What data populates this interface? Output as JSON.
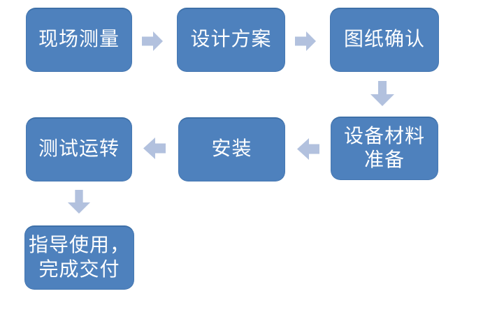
{
  "colors": {
    "background": "#ffffff",
    "node_fill": "#4e81bd",
    "node_edge": "#3e70a8",
    "node_text": "#ffffff",
    "arrow_fill": "#b2c1de"
  },
  "flowchart": {
    "nodes": [
      {
        "id": "site-measurement",
        "label": "现场测量"
      },
      {
        "id": "design-plan",
        "label": "设计方案"
      },
      {
        "id": "drawing-confirm",
        "label": "图纸确认"
      },
      {
        "id": "material-prep",
        "label": "设备材料\n准备"
      },
      {
        "id": "installation",
        "label": "安装"
      },
      {
        "id": "test-run",
        "label": "测试运转"
      },
      {
        "id": "delivery",
        "label": "指导使用，\n完成交付"
      }
    ],
    "connections": [
      {
        "from": "现场测量",
        "to": "设计方案",
        "direction": "right"
      },
      {
        "from": "设计方案",
        "to": "图纸确认",
        "direction": "right"
      },
      {
        "from": "图纸确认",
        "to": "设备材料准备",
        "direction": "down"
      },
      {
        "from": "设备材料准备",
        "to": "安装",
        "direction": "left"
      },
      {
        "from": "安装",
        "to": "测试运转",
        "direction": "left"
      },
      {
        "from": "测试运转",
        "to": "指导使用，完成交付",
        "direction": "down"
      }
    ]
  }
}
